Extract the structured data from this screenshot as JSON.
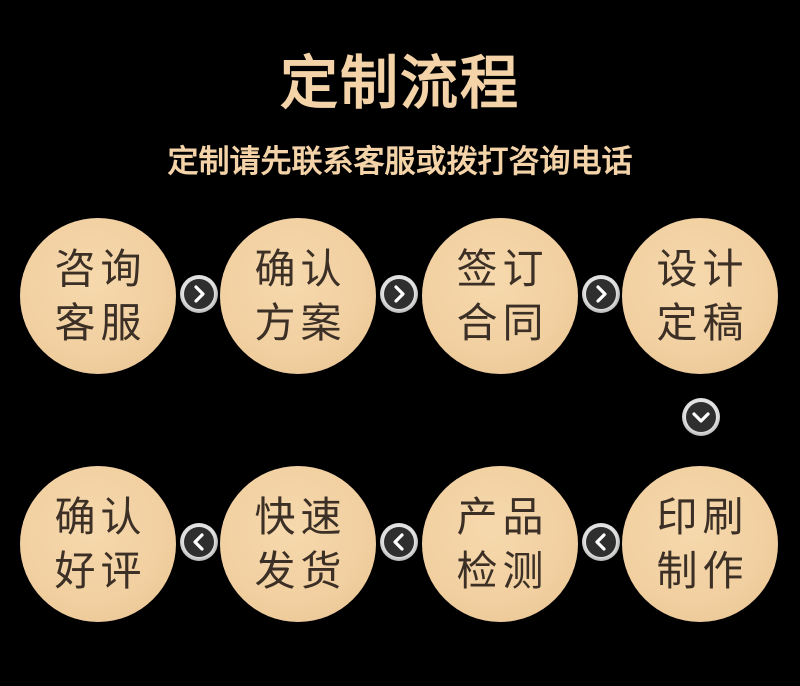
{
  "header": {
    "title": "定制流程",
    "subtitle": "定制请先联系客服或拨打咨询电话"
  },
  "steps": [
    {
      "line1": "咨询",
      "line2": "客服"
    },
    {
      "line1": "确认",
      "line2": "方案"
    },
    {
      "line1": "签订",
      "line2": "合同"
    },
    {
      "line1": "设计",
      "line2": "定稿"
    },
    {
      "line1": "印刷",
      "line2": "制作"
    },
    {
      "line1": "产品",
      "line2": "检测"
    },
    {
      "line1": "快速",
      "line2": "发货"
    },
    {
      "line1": "确认",
      "line2": "好评"
    }
  ],
  "arrows": [
    {
      "icon": "chevron-right-icon"
    },
    {
      "icon": "chevron-right-icon"
    },
    {
      "icon": "chevron-right-icon"
    },
    {
      "icon": "chevron-down-icon"
    },
    {
      "icon": "chevron-left-icon"
    },
    {
      "icon": "chevron-left-icon"
    },
    {
      "icon": "chevron-left-icon"
    }
  ],
  "colors": {
    "background": "#000000",
    "heading_text": "#f3d3a7",
    "circle_fill": "#f1cfa0",
    "step_text": "#3b2f26",
    "arrow_ring": "#e2e2e2",
    "arrow_fill": "#2f2f2f"
  }
}
